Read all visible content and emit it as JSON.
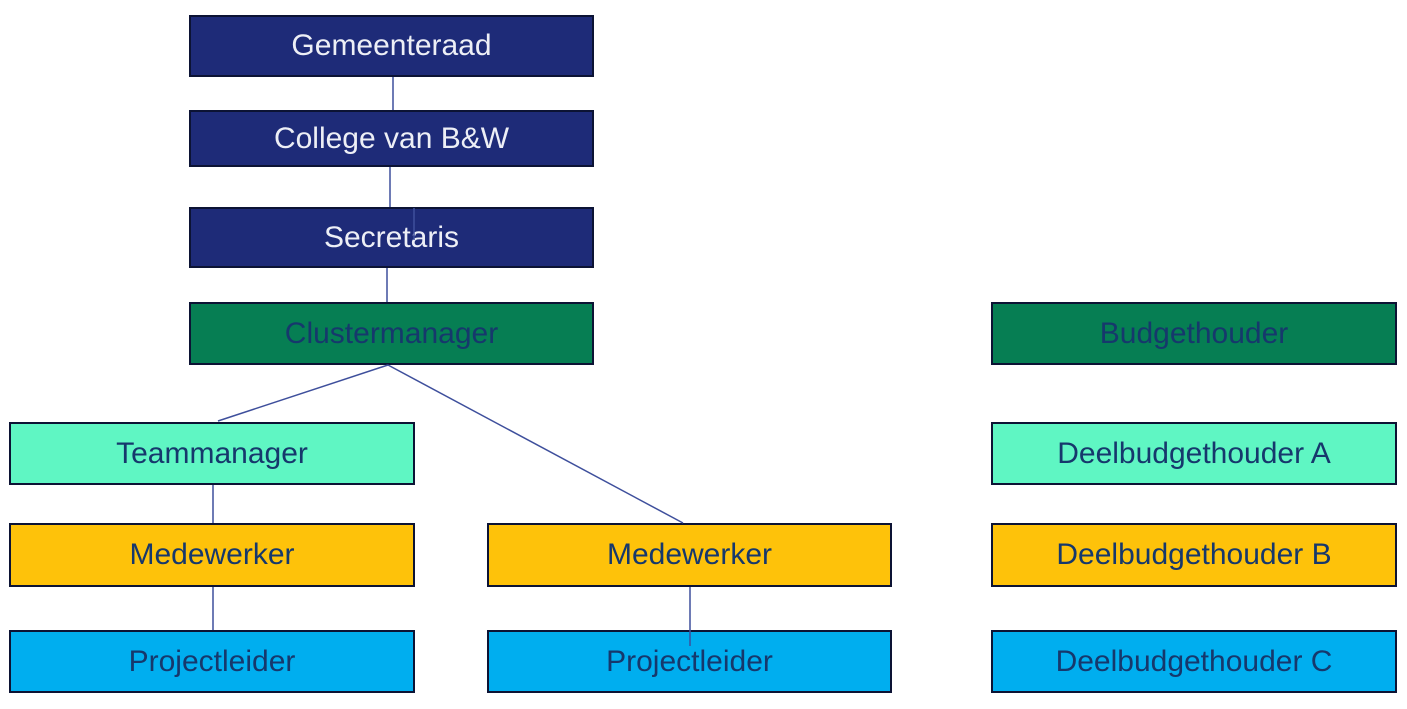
{
  "palette": {
    "navy": "#1E2B78",
    "green": "#067E53",
    "mint": "#5FF6C3",
    "yellow": "#FEC20A",
    "blue": "#00AEEF",
    "border": "#0C1334",
    "connector": "#3E4F9C",
    "text_on_navy": "#EDEFF6",
    "text_on_color": "#16386C",
    "background": "#FFFFFF"
  },
  "nodes": [
    {
      "id": "gemeenteraad",
      "label": "Gemeenteraad",
      "color": "navy"
    },
    {
      "id": "college-van-bw",
      "label": "College van B&W",
      "color": "navy"
    },
    {
      "id": "secretaris",
      "label": "Secretaris",
      "color": "navy"
    },
    {
      "id": "clustermanager",
      "label": "Clustermanager",
      "color": "green"
    },
    {
      "id": "teammanager",
      "label": "Teammanager",
      "color": "mint"
    },
    {
      "id": "medewerker-links",
      "label": "Medewerker",
      "color": "yellow"
    },
    {
      "id": "projectleider-links",
      "label": "Projectleider",
      "color": "blue"
    },
    {
      "id": "medewerker-midden",
      "label": "Medewerker",
      "color": "yellow"
    },
    {
      "id": "projectleider-midden",
      "label": "Projectleider",
      "color": "blue"
    },
    {
      "id": "budgethouder",
      "label": "Budgethouder",
      "color": "green"
    },
    {
      "id": "deelbudgethouder-a",
      "label": "Deelbudgethouder A",
      "color": "mint"
    },
    {
      "id": "deelbudgethouder-b",
      "label": "Deelbudgethouder B",
      "color": "yellow"
    },
    {
      "id": "deelbudgethouder-c",
      "label": "Deelbudgethouder C",
      "color": "blue"
    }
  ],
  "edges": [
    {
      "from": "gemeenteraad",
      "to": "college-van-bw"
    },
    {
      "from": "college-van-bw",
      "to": "secretaris"
    },
    {
      "from": "secretaris",
      "to": "clustermanager"
    },
    {
      "from": "clustermanager",
      "to": "teammanager"
    },
    {
      "from": "clustermanager",
      "to": "medewerker-midden"
    },
    {
      "from": "teammanager",
      "to": "medewerker-links"
    },
    {
      "from": "medewerker-links",
      "to": "projectleider-links"
    },
    {
      "from": "medewerker-midden",
      "to": "projectleider-midden"
    }
  ]
}
